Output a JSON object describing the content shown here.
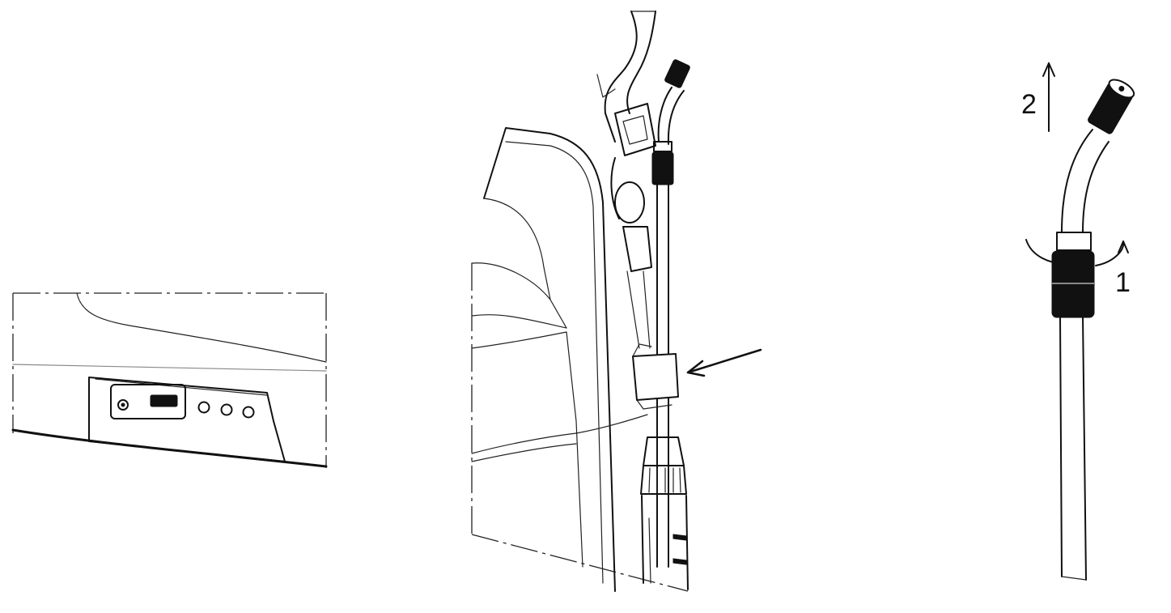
{
  "figure": {
    "panels": [
      {
        "id": "panel-control",
        "description_label": ""
      },
      {
        "id": "panel-wand-holder",
        "description_label": ""
      },
      {
        "id": "panel-nozzle",
        "description_label": ""
      }
    ],
    "step_labels": {
      "rotate": "1",
      "pull": "2"
    }
  }
}
